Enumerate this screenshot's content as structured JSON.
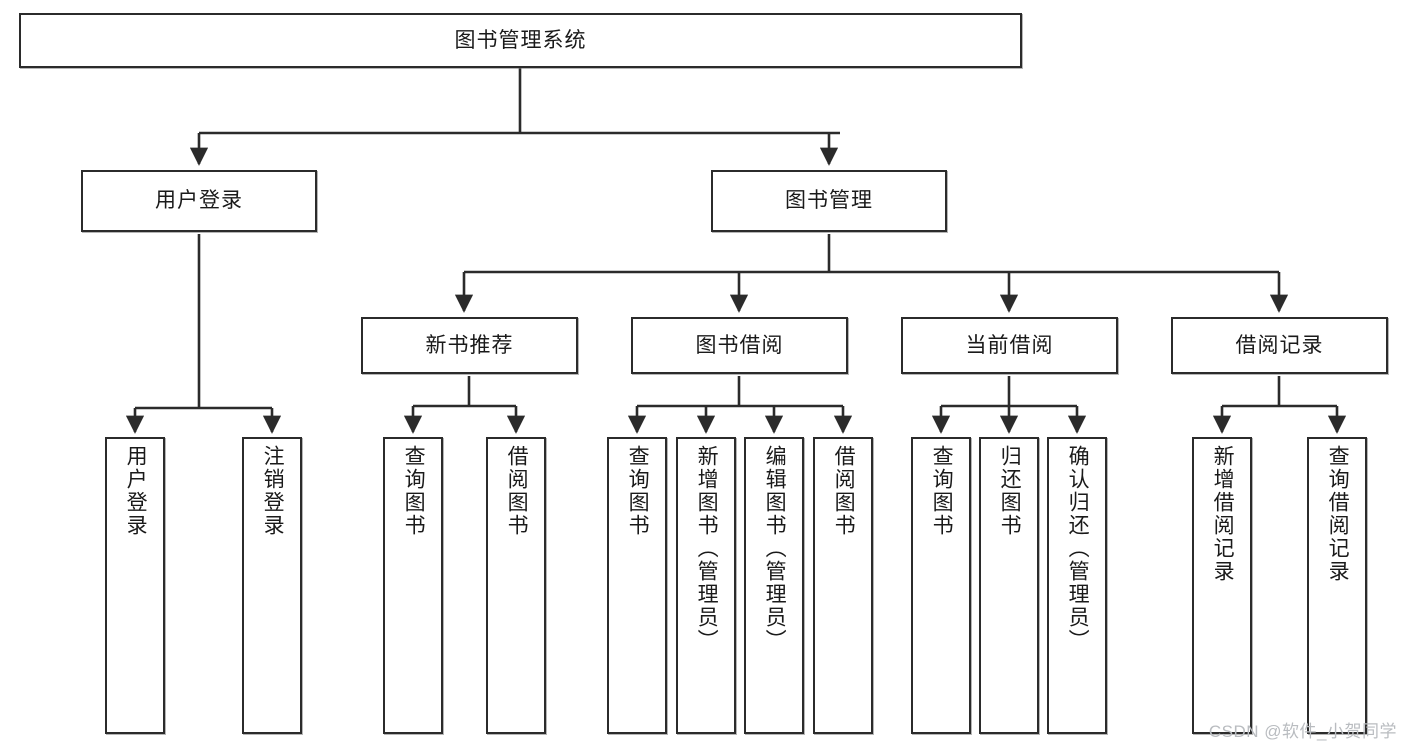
{
  "diagram": {
    "title": "图书管理系统",
    "type": "tree",
    "orientation": "top-down",
    "colors": {
      "box_border": "#2b2b2b",
      "box_fill": "#ffffff",
      "connector": "#2b2b2b",
      "text": "#1a1a1a",
      "watermark": "#b9bcc0"
    },
    "watermark": "CSDN @软件_小贺同学",
    "root": {
      "label": "图书管理系统"
    },
    "level1": [
      {
        "label": "用户登录"
      },
      {
        "label": "图书管理"
      }
    ],
    "level2": [
      {
        "label": "新书推荐"
      },
      {
        "label": "图书借阅"
      },
      {
        "label": "当前借阅"
      },
      {
        "label": "借阅记录"
      }
    ],
    "leaves": {
      "user_login": [
        {
          "label": "用户登录"
        },
        {
          "label": "注销登录"
        }
      ],
      "new_book_recommend": [
        {
          "label": "查询图书"
        },
        {
          "label": "借阅图书"
        }
      ],
      "book_borrow": [
        {
          "label": "查询图书"
        },
        {
          "label": "新增图书（管理员）"
        },
        {
          "label": "编辑图书（管理员）"
        },
        {
          "label": "借阅图书"
        }
      ],
      "current_borrow": [
        {
          "label": "查询图书"
        },
        {
          "label": "归还图书"
        },
        {
          "label": "确认归还（管理员）"
        }
      ],
      "borrow_record": [
        {
          "label": "新增借阅记录"
        },
        {
          "label": "查询借阅记录"
        }
      ]
    }
  }
}
